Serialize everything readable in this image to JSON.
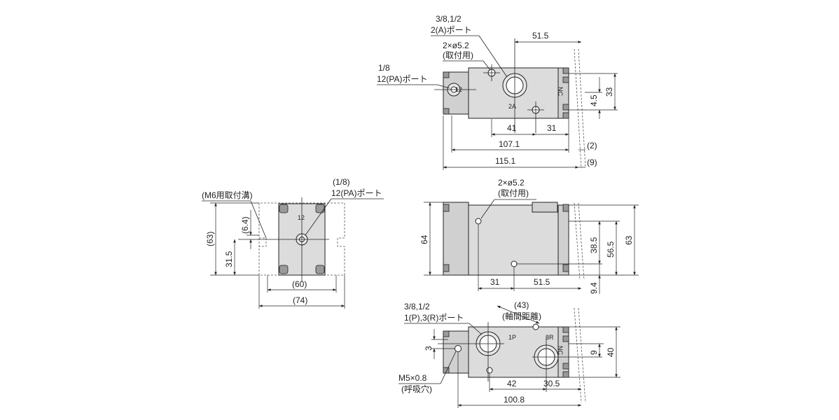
{
  "top_view": {
    "port2_size": "3/8,1/2",
    "port2_name": "2(A)ポート",
    "mount_holes": "2×ø5.2",
    "mount_holes_note": "(取付用)",
    "port12_size": "1/8",
    "port12_name": "12(PA)ポート",
    "label_12": "12",
    "label_2a": "2A",
    "label_nc": "NC",
    "dims": {
      "d51_5": "51.5",
      "d33": "33",
      "d4_5": "4.5",
      "d41": "41",
      "d31": "31",
      "d107_1": "107.1",
      "d2": "(2)",
      "d115_1": "115.1",
      "d9": "(9)"
    }
  },
  "side_view": {
    "groove": "(M6用取付溝)",
    "port12_size": "(1/8)",
    "port12_name": "12(PA)ポート",
    "label_12": "12",
    "dims": {
      "d6_4": "(6.4)",
      "d63": "(63)",
      "d31_5": "31.5",
      "d60": "(60)",
      "d74": "(74)"
    }
  },
  "front_view": {
    "mount_holes": "2×ø5.2",
    "mount_holes_note": "(取付用)",
    "dims": {
      "d64": "64",
      "d38_5": "38.5",
      "d56_5": "56.5",
      "d63": "63",
      "d31": "31",
      "d51_5": "51.5",
      "d9_4": "9.4"
    }
  },
  "bottom_view": {
    "port_size": "3/8,1/2",
    "port_name": "1(P),3(R)ポート",
    "axis_dist": "(43)",
    "axis_dist_note": "(軸間距離)",
    "exhaust": "M5×0.8",
    "exhaust_note": "(呼吸穴)",
    "label_1p": "1P",
    "label_3r": "3R",
    "label_nc": "NC",
    "dims": {
      "d3": "3",
      "d9": "9",
      "d40": "40",
      "d42": "42",
      "d30_5": "30.5",
      "d100_8": "100.8"
    }
  }
}
